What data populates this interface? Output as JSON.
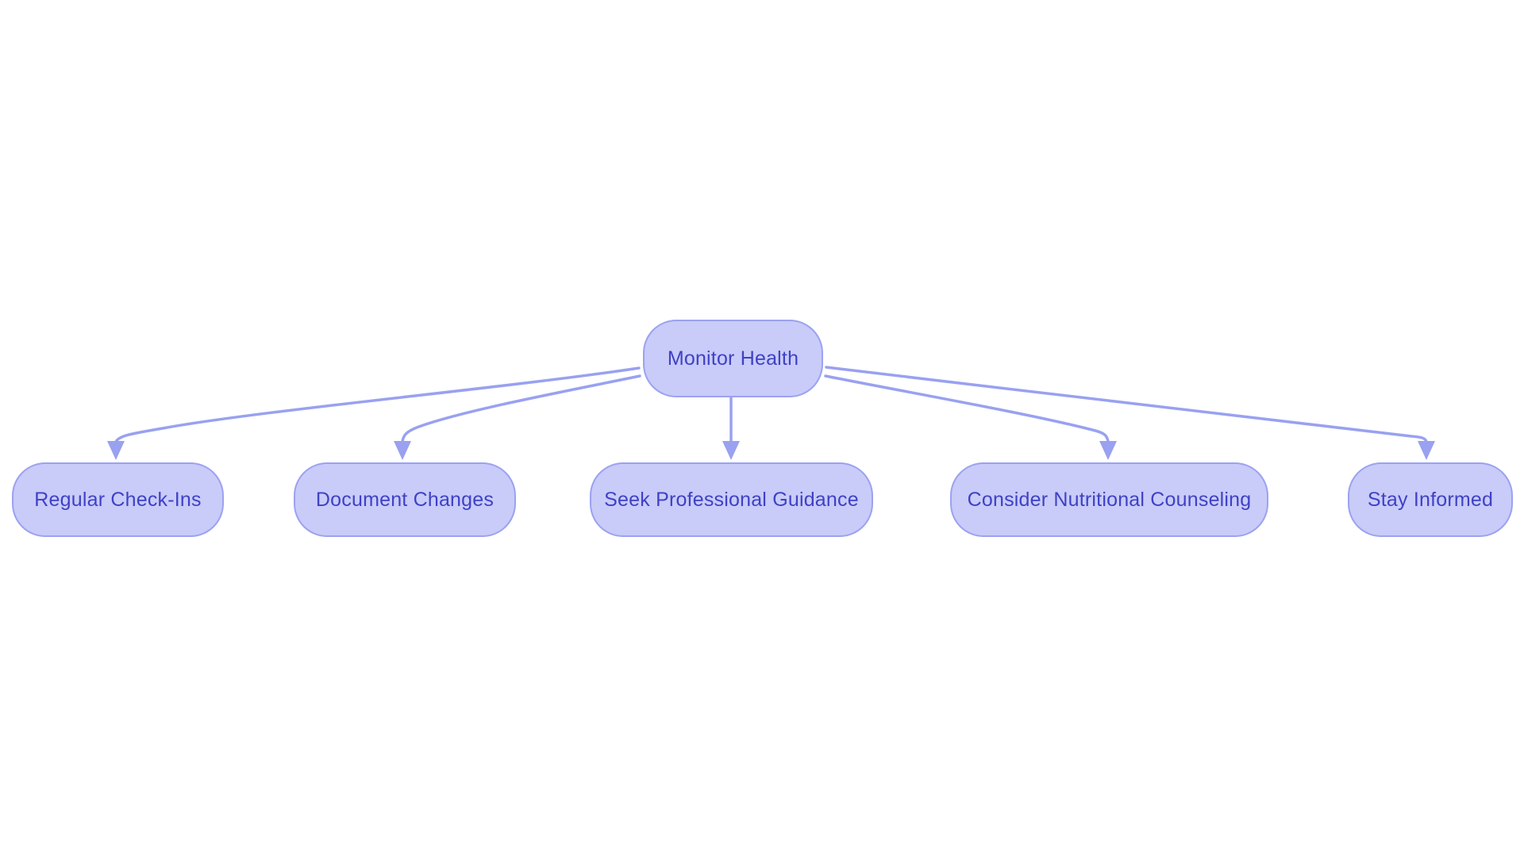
{
  "diagram": {
    "type": "flowchart",
    "root": {
      "label": "Monitor Health"
    },
    "children": [
      {
        "label": "Regular Check-Ins"
      },
      {
        "label": "Document Changes"
      },
      {
        "label": "Seek Professional Guidance"
      },
      {
        "label": "Consider Nutritional Counseling"
      },
      {
        "label": "Stay Informed"
      }
    ],
    "edges": [
      {
        "from": "Monitor Health",
        "to": "Regular Check-Ins"
      },
      {
        "from": "Monitor Health",
        "to": "Document Changes"
      },
      {
        "from": "Monitor Health",
        "to": "Seek Professional Guidance"
      },
      {
        "from": "Monitor Health",
        "to": "Consider Nutritional Counseling"
      },
      {
        "from": "Monitor Health",
        "to": "Stay Informed"
      }
    ]
  },
  "theme": {
    "background": "#ffffff",
    "node_fill": "#c9cbf9",
    "node_border": "#9ba2f0",
    "node_text": "#3e42c4",
    "edge_color": "#99a1f0"
  }
}
